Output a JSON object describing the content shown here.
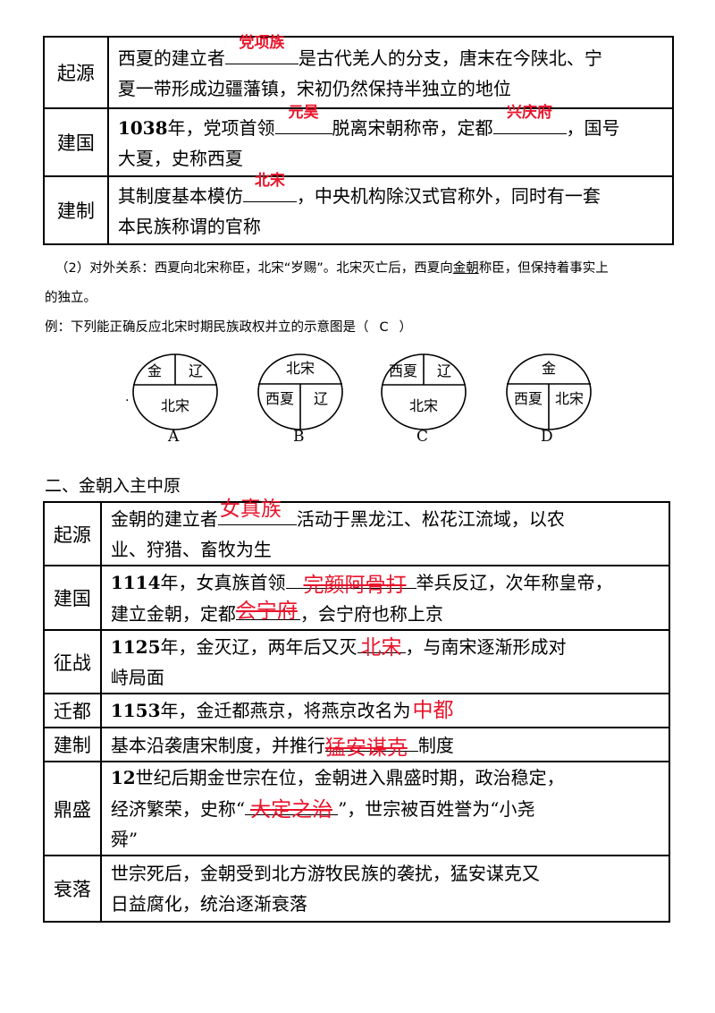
{
  "table1": {
    "rows": [
      {
        "label": "起源",
        "parts": [
          "西夏的建立者",
          "是古代羌人的分支，唐末在今陕北、宁",
          "夏一带形成边疆藩镇，宋初仍然保持半独立的地位"
        ],
        "answers": [
          "党项族"
        ]
      },
      {
        "label": "建国",
        "year": "1038",
        "parts": [
          "年，党项首领",
          "脱离宋朝称帝，定都",
          "，国号",
          "大夏，史称西夏"
        ],
        "answers": [
          "元昊",
          "兴庆府"
        ]
      },
      {
        "label": "建制",
        "parts": [
          "其制度基本模仿",
          "，中央机构除汉式官称外，同时有一套",
          "本民族称谓的官称"
        ],
        "answers": [
          "北宋"
        ]
      }
    ]
  },
  "para": {
    "line1_a": "（2）对外关系：西夏向北宋称臣，北宋“岁赐”。北宋灭亡后，西夏向",
    "line1_u": "金朝",
    "line1_b": "称臣，但保持着事实上",
    "line2": "的独立。"
  },
  "example": {
    "question": "例：下列能正确反应北宋时期民族政权并立的示意图是（",
    "answer": "C",
    "close": "）",
    "dot": "·",
    "options": [
      {
        "letter": "A",
        "top_left": "金",
        "top_right": "辽",
        "bottom": "北宋"
      },
      {
        "letter": "B",
        "top": "北宋",
        "bottom_left": "西夏",
        "bottom_right": "辽"
      },
      {
        "letter": "C",
        "top_left": "西夏",
        "top_right": "辽",
        "bottom": "北宋"
      },
      {
        "letter": "D",
        "top": "金",
        "bottom_left": "西夏",
        "bottom_right": "北宋"
      }
    ]
  },
  "section2": {
    "heading": "二、金朝入主中原"
  },
  "table2": {
    "rows": [
      {
        "label": "起源",
        "parts": [
          "金朝的建立者",
          "活动于黑龙江、松花江流域，以农",
          "业、狩猎、畜牧为生"
        ],
        "answers": [
          "女真族"
        ]
      },
      {
        "label": "建国",
        "year": "1114",
        "parts": [
          "年，女真族首领",
          "举兵反辽，次年称皇帝，",
          "建立金朝，定都",
          "，会宁府也称上京"
        ],
        "answers": [
          "完颜阿骨打",
          "会宁府"
        ]
      },
      {
        "label": "征战",
        "year": "1125",
        "parts": [
          "年，金灭辽，两年后又灭",
          "，与南宋逐渐形成对",
          "峙局面"
        ],
        "answers": [
          "北宋"
        ]
      },
      {
        "label": "迁都",
        "year": "1153",
        "parts": [
          "年，金迁都燕京，将燕京改名为"
        ],
        "answers": [
          "中都"
        ]
      },
      {
        "label": "建制",
        "parts": [
          "基本沿袭唐宋制度，并推行",
          "制度"
        ],
        "answers": [
          "猛安谋克"
        ]
      },
      {
        "label": "鼎盛",
        "year": "12",
        "parts": [
          "世纪后期金世宗在位，金朝进入鼎盛时期，政治稳定，",
          "经济繁荣，史称“",
          "”，世宗被百姓誉为“小尧",
          "舜”"
        ],
        "answers": [
          "大定之治"
        ]
      },
      {
        "label": "衰落",
        "parts": [
          "世宗死后，金朝受到北方游牧民族的袭扰，猛安谋克又",
          "日益腐化，统治逐渐衰落"
        ]
      }
    ]
  },
  "colors": {
    "answer": "#e8142b",
    "border": "#000000"
  }
}
